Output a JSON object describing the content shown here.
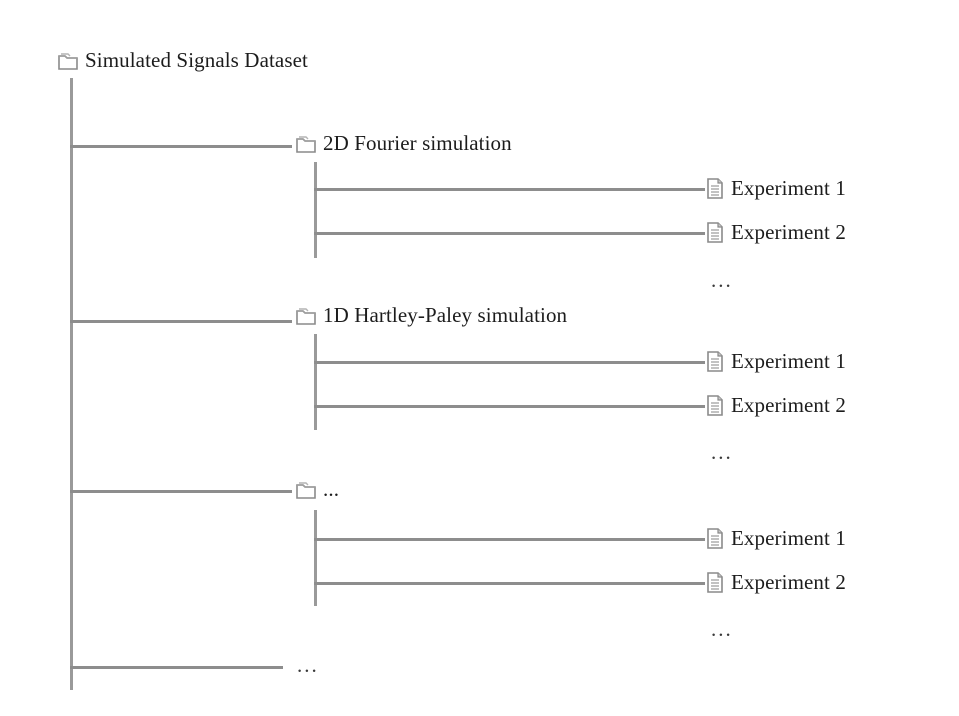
{
  "diagram": {
    "type": "file-tree",
    "title": "Simulated Signals Dataset",
    "ellipsis_text": "...",
    "icons": {
      "folder": "folder-icon",
      "document": "document-icon"
    },
    "colors": {
      "line": "#8d8d8d",
      "text": "#1c1c1c",
      "icon_outline": "#8a8a8a",
      "background": "#ffffff"
    },
    "root": {
      "label": "Simulated Signals Dataset",
      "icon": "folder-icon"
    },
    "branches": [
      {
        "label": "2D Fourier simulation",
        "icon": "folder-icon",
        "children": [
          {
            "label": "Experiment 1",
            "icon": "document-icon"
          },
          {
            "label": "Experiment 2",
            "icon": "document-icon"
          }
        ],
        "more": "..."
      },
      {
        "label": "1D Hartley-Paley simulation",
        "icon": "folder-icon",
        "children": [
          {
            "label": "Experiment 1",
            "icon": "document-icon"
          },
          {
            "label": "Experiment 2",
            "icon": "document-icon"
          }
        ],
        "more": "..."
      },
      {
        "label": "...",
        "icon": "folder-icon",
        "children": [
          {
            "label": "Experiment 1",
            "icon": "document-icon"
          },
          {
            "label": "Experiment 2",
            "icon": "document-icon"
          }
        ],
        "more": "..."
      }
    ],
    "root_more": "..."
  }
}
